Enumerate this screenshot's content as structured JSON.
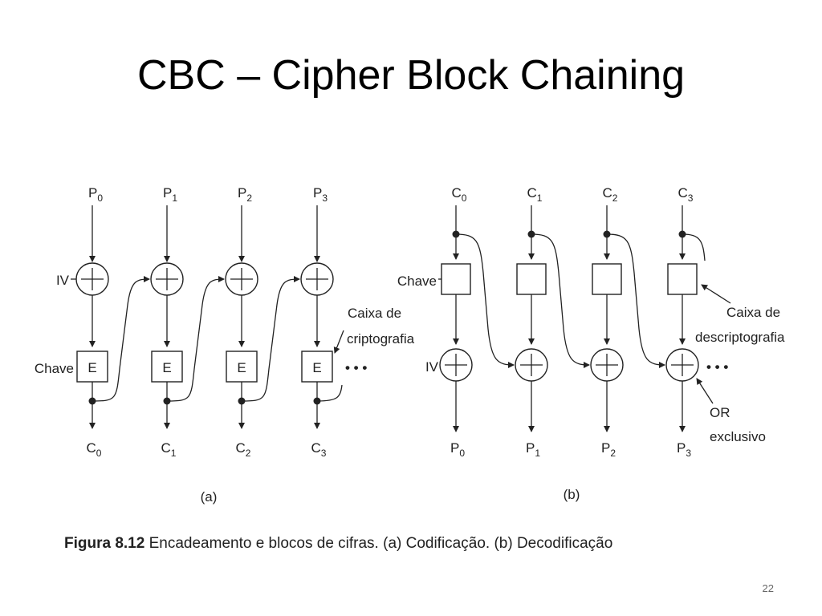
{
  "slide": {
    "title": "CBC – Cipher Block Chaining",
    "number": "22"
  },
  "figure": {
    "encryption": {
      "plaintexts": [
        {
          "base": "P",
          "sub": "0"
        },
        {
          "base": "P",
          "sub": "1"
        },
        {
          "base": "P",
          "sub": "2"
        },
        {
          "base": "P",
          "sub": "3"
        }
      ],
      "ciphertexts": [
        {
          "base": "C",
          "sub": "0"
        },
        {
          "base": "C",
          "sub": "1"
        },
        {
          "base": "C",
          "sub": "2"
        },
        {
          "base": "C",
          "sub": "3"
        }
      ],
      "box_label": "E",
      "iv_label": "IV",
      "key_label": "Chave",
      "callout_line1": "Caixa de",
      "callout_line2": "criptografia",
      "ellipsis": "• • •",
      "panel_label": "(a)"
    },
    "decryption": {
      "ciphertexts": [
        {
          "base": "C",
          "sub": "0"
        },
        {
          "base": "C",
          "sub": "1"
        },
        {
          "base": "C",
          "sub": "2"
        },
        {
          "base": "C",
          "sub": "3"
        }
      ],
      "plaintexts": [
        {
          "base": "P",
          "sub": "0"
        },
        {
          "base": "P",
          "sub": "1"
        },
        {
          "base": "P",
          "sub": "2"
        },
        {
          "base": "P",
          "sub": "3"
        }
      ],
      "iv_label": "IV",
      "key_label": "Chave",
      "callout_box_line1": "Caixa de",
      "callout_box_line2": "descriptografia",
      "callout_xor_line1": "OR",
      "callout_xor_line2": "exclusivo",
      "ellipsis": "• • •",
      "panel_label": "(b)"
    },
    "xor_symbol": "+",
    "caption_bold": "Figura 8.12",
    "caption_text": " Encadeamento e blocos de cifras. (a) Codificação. (b) Decodificação"
  }
}
